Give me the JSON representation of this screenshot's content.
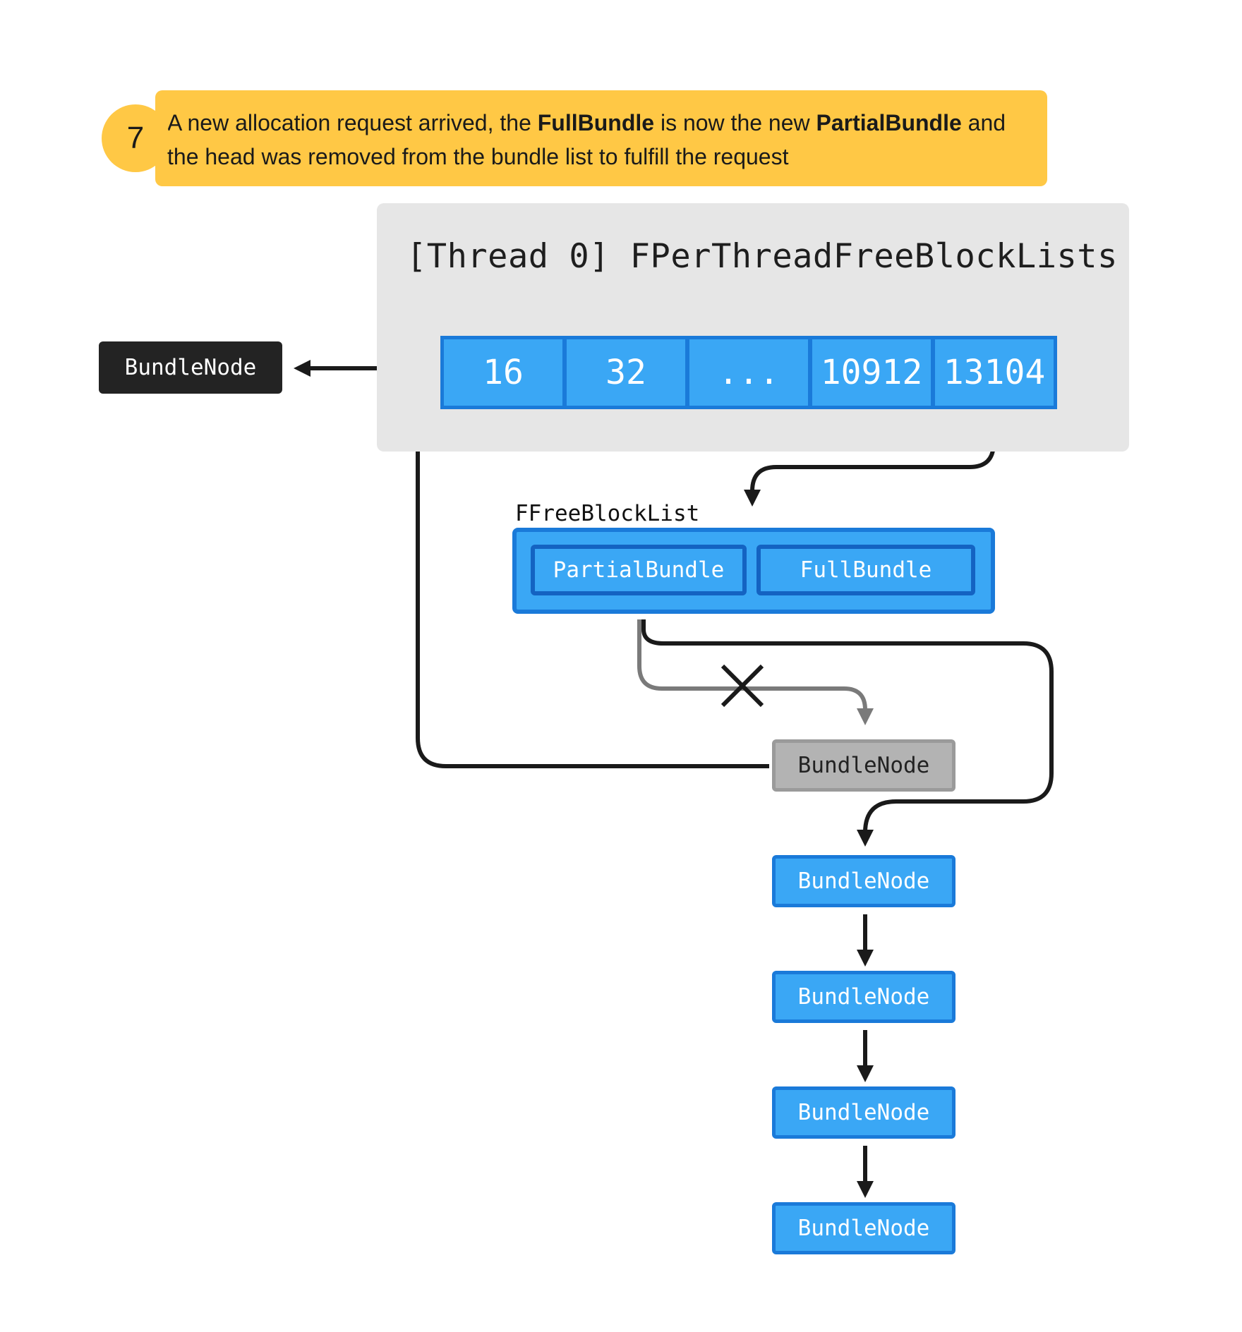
{
  "step": {
    "number": "7",
    "text_1": "A new allocation request arrived, the ",
    "bold_1": "FullBundle",
    "text_2": " is now the new ",
    "bold_2": "PartialBundle",
    "text_3": " and the head was removed from the bundle list to fulfill the request"
  },
  "thread_panel": {
    "title": "[Thread 0] FPerThreadFreeBlockLists",
    "sizes": [
      "16",
      "32",
      "...",
      "10912",
      "13104"
    ]
  },
  "free_block_list": {
    "label": "FFreeBlockList",
    "partial_bundle": "PartialBundle",
    "full_bundle": "FullBundle"
  },
  "removed_node": "BundleNode",
  "gray_node": "BundleNode",
  "bundle_list": [
    "BundleNode",
    "BundleNode",
    "BundleNode",
    "BundleNode"
  ],
  "colors": {
    "callout": "#ffc845",
    "panel": "#e6e6e6",
    "cell_fill": "#3aa7f5",
    "cell_border": "#1a7ad9",
    "removed_node": "#232323",
    "stale_node": "#b3b3b3",
    "arrow": "#1a1a1a",
    "stale_arrow": "#7a7a7a"
  }
}
